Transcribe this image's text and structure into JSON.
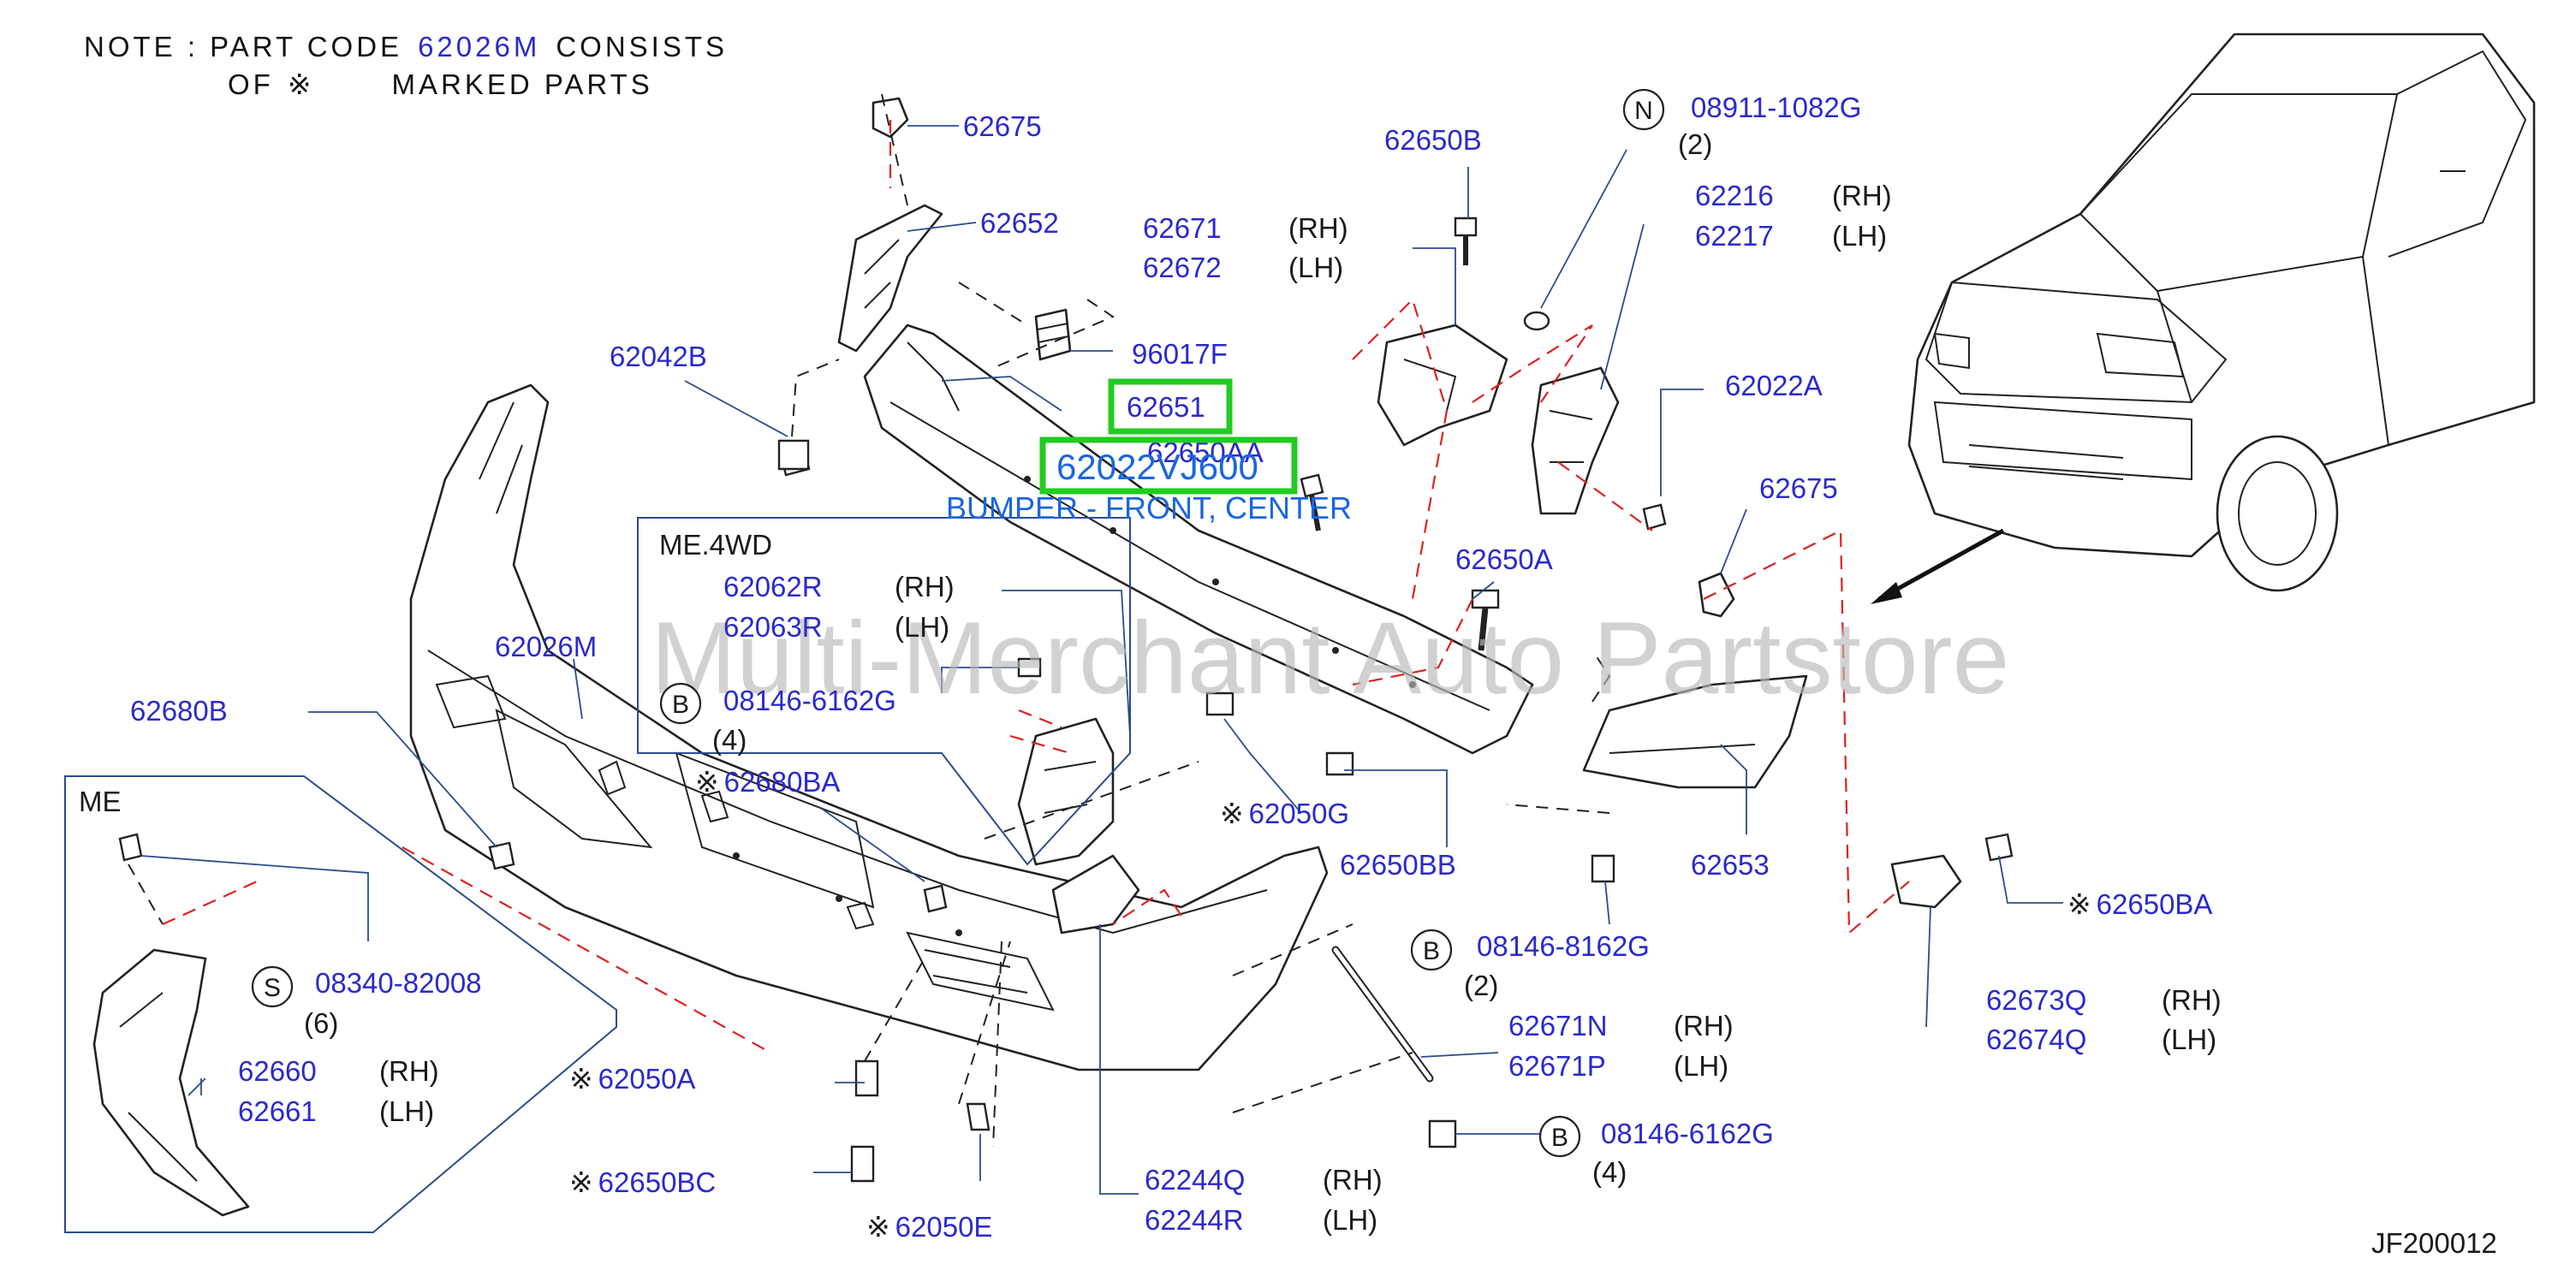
{
  "note": {
    "line1_a": "NOTE  :  PART  CODE",
    "line1_code": "62026M",
    "line1_b": "CONSISTS",
    "line2_a": "OF",
    "line2_symbol": "※",
    "line2_b": "MARKED  PARTS"
  },
  "watermark": "Multi-Merchant Auto Partstore",
  "diagram_id": "JF200012",
  "highlight": {
    "part": "62651",
    "part_number": "62022VJ600",
    "part_name": "BUMPER - FRONT, CENTER",
    "overlapped_code": "62650AA"
  },
  "boxes": {
    "me4wd": "ME.4WD",
    "me": "ME"
  },
  "symbols": {
    "N": "N",
    "B": "B",
    "S": "S",
    "mark": "※"
  },
  "labels": [
    {
      "id": "62675a",
      "code": "62675"
    },
    {
      "id": "62652",
      "code": "62652"
    },
    {
      "id": "62650b",
      "code": "62650B"
    },
    {
      "id": "08911",
      "code": "08911-1082G",
      "qty": "(2)"
    },
    {
      "id": "62671",
      "code": "62671",
      "side": "(RH)"
    },
    {
      "id": "62672",
      "code": "62672",
      "side": "(LH)"
    },
    {
      "id": "62216",
      "code": "62216",
      "side": "(RH)"
    },
    {
      "id": "62217",
      "code": "62217",
      "side": "(LH)"
    },
    {
      "id": "96017f",
      "code": "96017F"
    },
    {
      "id": "62042b",
      "code": "62042B"
    },
    {
      "id": "62022a",
      "code": "62022A"
    },
    {
      "id": "62675b",
      "code": "62675"
    },
    {
      "id": "62650a",
      "code": "62650A"
    },
    {
      "id": "62062r",
      "code": "62062R",
      "side": "(RH)"
    },
    {
      "id": "62063r",
      "code": "62063R",
      "side": "(LH)"
    },
    {
      "id": "08146a",
      "code": "08146-6162G",
      "qty": "(4)"
    },
    {
      "id": "62026m",
      "code": "62026M"
    },
    {
      "id": "62680b",
      "code": "62680B"
    },
    {
      "id": "62680ba",
      "code": "62680BA"
    },
    {
      "id": "62050g",
      "code": "62050G"
    },
    {
      "id": "62650bb",
      "code": "62650BB"
    },
    {
      "id": "62653",
      "code": "62653"
    },
    {
      "id": "62650ba",
      "code": "62650BA"
    },
    {
      "id": "08146b",
      "code": "08146-8162G",
      "qty": "(2)"
    },
    {
      "id": "08340",
      "code": "08340-82008",
      "qty": "(6)"
    },
    {
      "id": "62673q",
      "code": "62673Q",
      "side": "(RH)"
    },
    {
      "id": "62674q",
      "code": "62674Q",
      "side": "(LH)"
    },
    {
      "id": "62671n",
      "code": "62671N",
      "side": "(RH)"
    },
    {
      "id": "62671p",
      "code": "62671P",
      "side": "(LH)"
    },
    {
      "id": "62660",
      "code": "62660",
      "side": "(RH)"
    },
    {
      "id": "62661",
      "code": "62661",
      "side": "(LH)"
    },
    {
      "id": "62050a",
      "code": "62050A"
    },
    {
      "id": "08146c",
      "code": "08146-6162G",
      "qty": "(4)"
    },
    {
      "id": "62650bc",
      "code": "62650BC"
    },
    {
      "id": "62244q",
      "code": "62244Q",
      "side": "(RH)"
    },
    {
      "id": "62244r",
      "code": "62244R",
      "side": "(LH)"
    },
    {
      "id": "62050e",
      "code": "62050E"
    }
  ]
}
